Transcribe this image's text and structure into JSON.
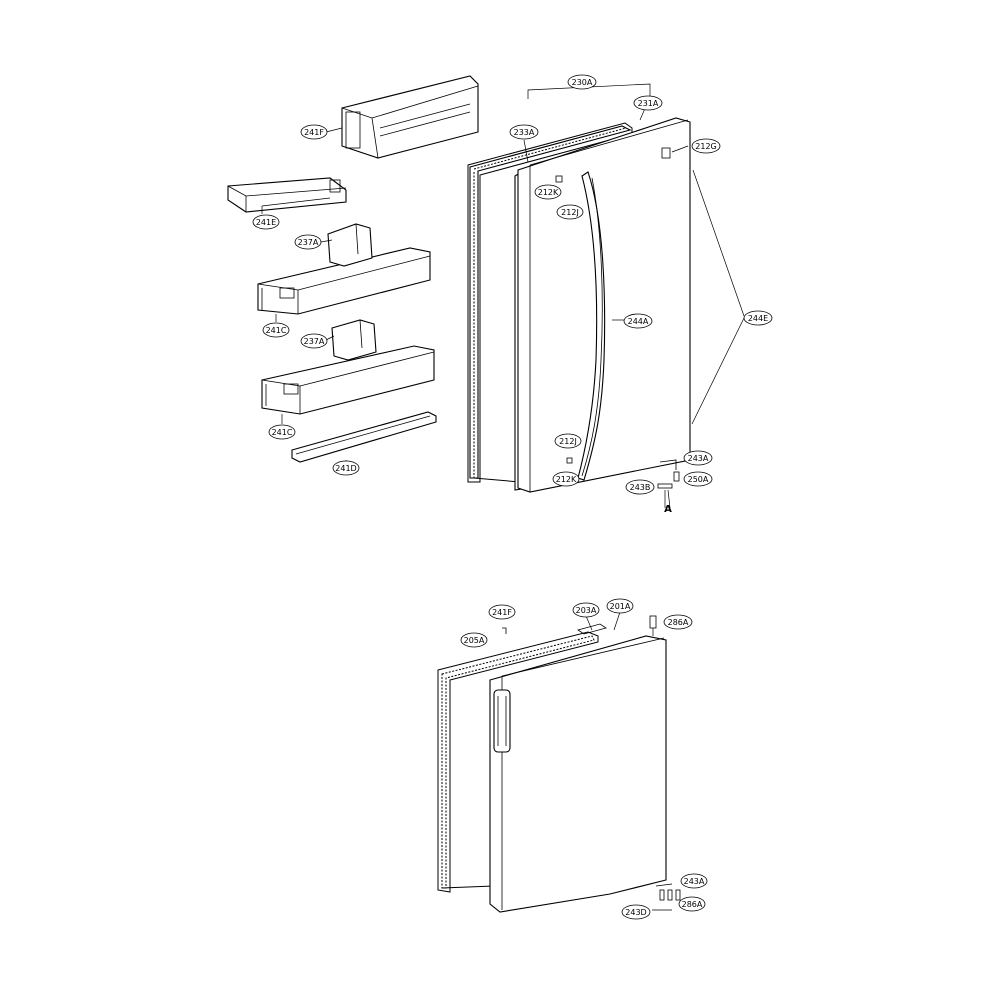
{
  "colors": {
    "line": "#000000",
    "background": "#ffffff"
  },
  "upper_assembly": {
    "callouts": {
      "c230A": "230A",
      "c231A": "231A",
      "c233A": "233A",
      "c212G": "212G",
      "c212K_top": "212K",
      "c212J_top": "212J",
      "c244A": "244A",
      "c244E": "244E",
      "c212J_bottom": "212J",
      "c212K_bottom": "212K",
      "c243A": "243A",
      "c250A": "250A",
      "c243B": "243B",
      "c241F": "241F",
      "c241E": "241E",
      "c237A_top": "237A",
      "c241C_top": "241C",
      "c237A_bottom": "237A",
      "c241C_bottom": "241C",
      "c241D": "241D"
    },
    "marker": "A"
  },
  "lower_assembly": {
    "callouts": {
      "c241F": "241F",
      "c205A": "205A",
      "c203A": "203A",
      "c201A": "201A",
      "c286A_top": "286A",
      "c243A": "243A",
      "c243D": "243D",
      "c286A_bottom": "286A"
    }
  }
}
